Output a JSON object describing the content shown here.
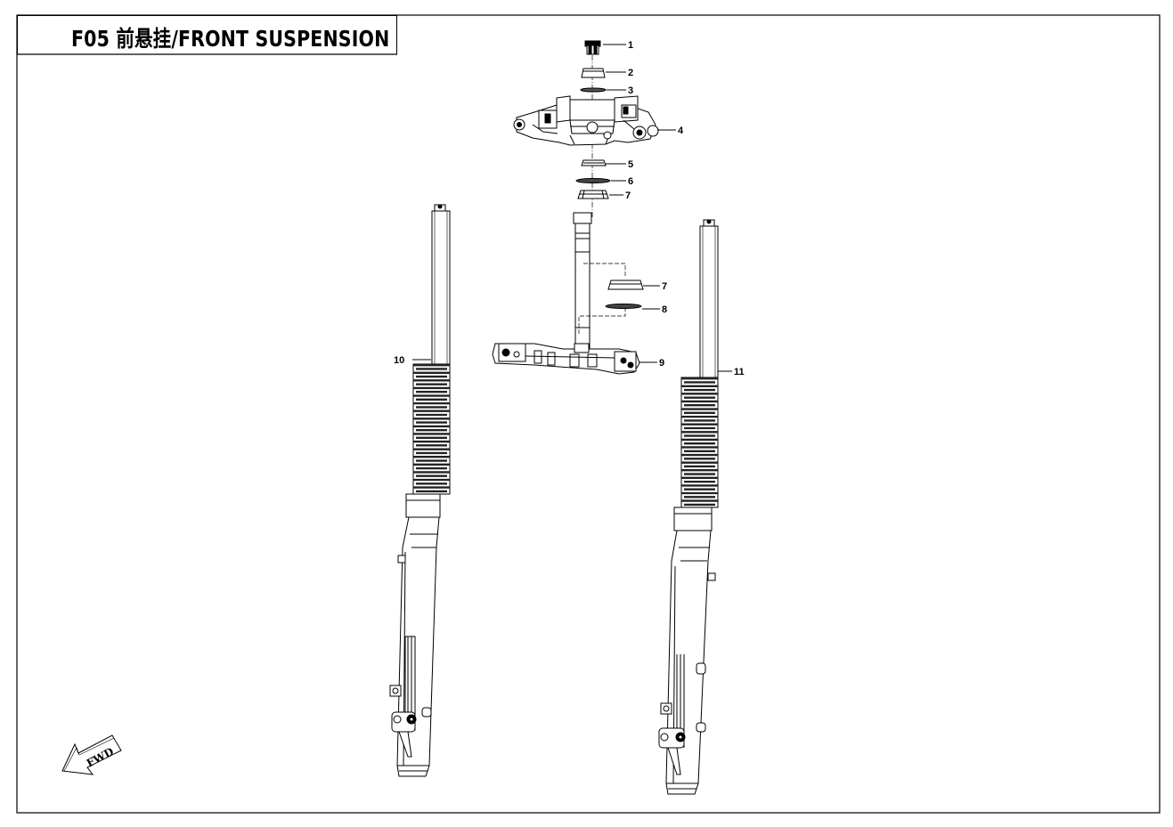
{
  "title": "F05 前悬挂/FRONT SUSPENSION",
  "fwd_label": "FWD",
  "colors": {
    "line": "#000000",
    "background": "#ffffff"
  },
  "callouts": [
    {
      "number": "1"
    },
    {
      "number": "2"
    },
    {
      "number": "3"
    },
    {
      "number": "4"
    },
    {
      "number": "5"
    },
    {
      "number": "6"
    },
    {
      "number": "7"
    },
    {
      "number": "7"
    },
    {
      "number": "8"
    },
    {
      "number": "9"
    },
    {
      "number": "10"
    },
    {
      "number": "11"
    }
  ]
}
